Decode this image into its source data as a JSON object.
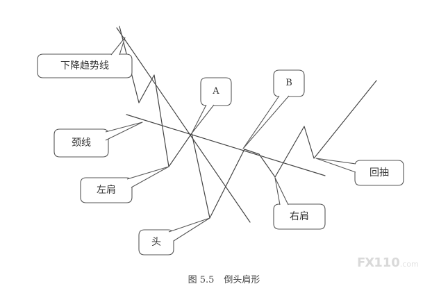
{
  "diagram": {
    "callouts": {
      "downtrend": "下降趋势线",
      "neckline": "颈线",
      "left_shoulder": "左肩",
      "head": "头",
      "point_a": "A",
      "point_b": "B",
      "right_shoulder": "右肩",
      "pullback": "回抽"
    }
  },
  "caption": {
    "figure_number": "图 5.5",
    "title": "倒头肩形"
  },
  "watermark": {
    "brand": "FX",
    "number": "110",
    "domain": ".com"
  },
  "colors": {
    "line": "#444444",
    "callout_border": "#555555",
    "watermark": "#d9d9d9"
  }
}
